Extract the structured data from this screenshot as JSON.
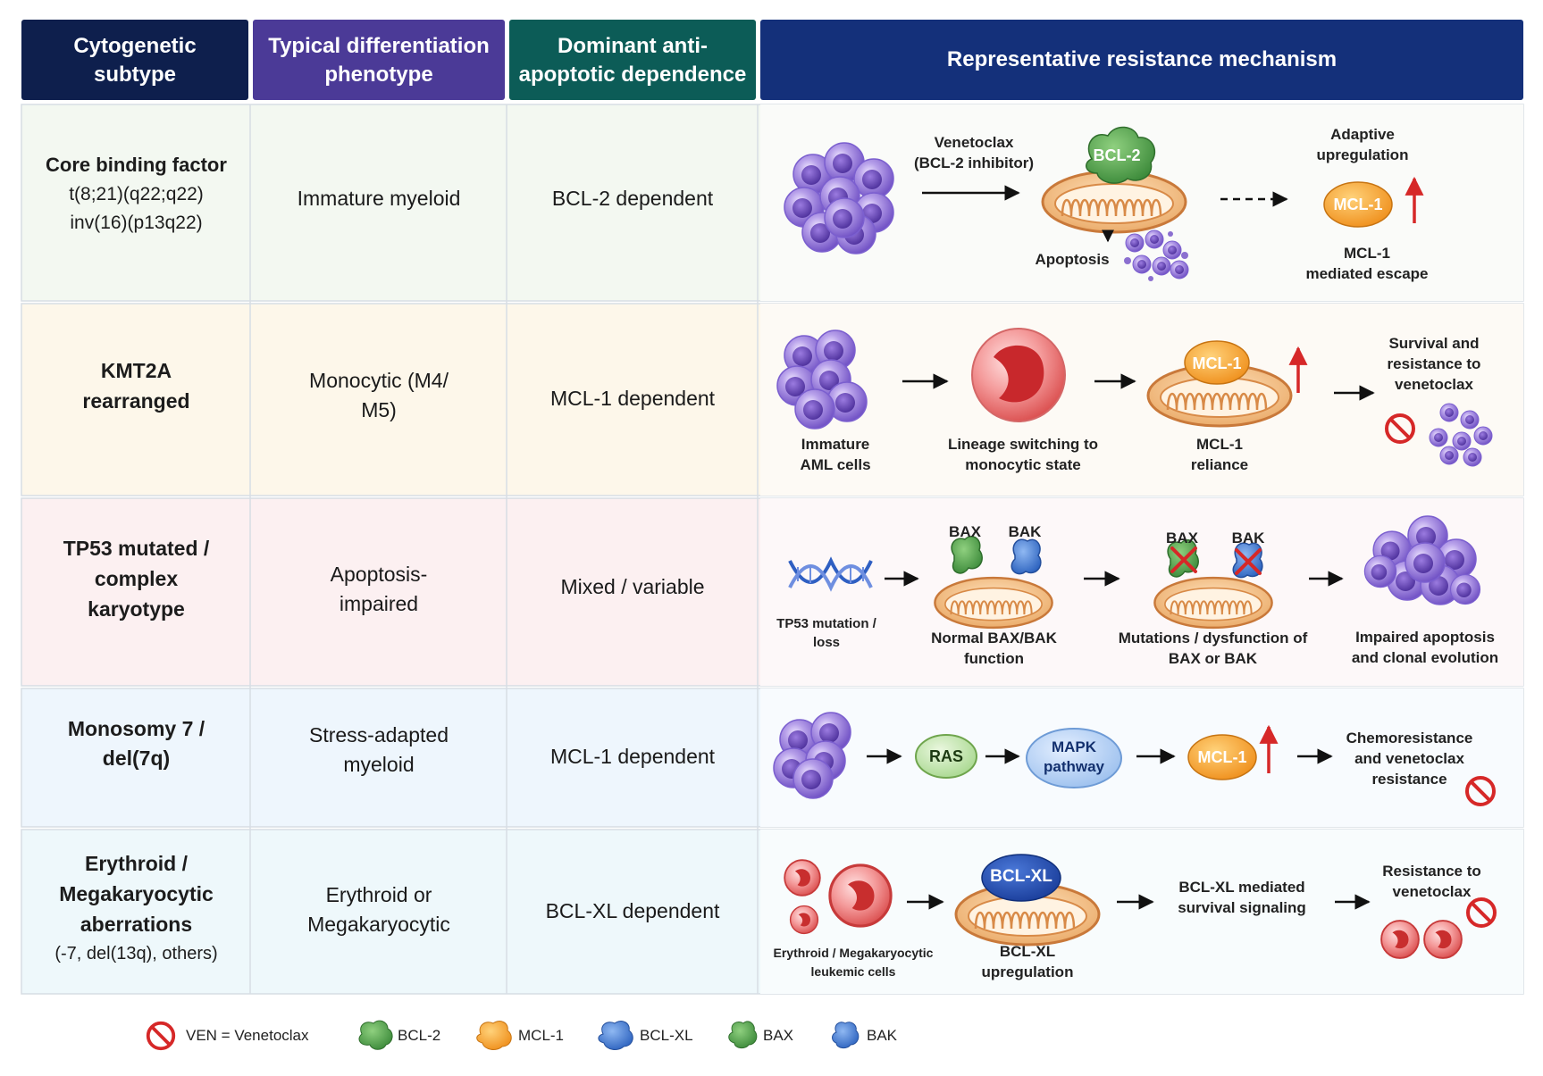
{
  "headers": {
    "col1": [
      "Cytogenetic",
      "subtype"
    ],
    "col2": [
      "Typical differentiation",
      "phenotype"
    ],
    "col3": [
      "Dominant anti-",
      "apoptotic dependence"
    ],
    "col4": "Representative resistance mechanism"
  },
  "rows": [
    {
      "subtype": [
        "Core binding factor",
        "t(8;21)(q22;q22)",
        "inv(16)(p13q22)"
      ],
      "phenotype": [
        "Immature myeloid"
      ],
      "dependence": "BCL-2 dependent",
      "mechanism": {
        "venetoclax_label": [
          "Venetoclax",
          "(BCL-2 inhibitor)"
        ],
        "bcl2_badge": "BCL-2",
        "apoptosis_label": "Apoptosis",
        "adaptive_label": [
          "Adaptive",
          "upregulation"
        ],
        "mcl1_badge": "MCL-1",
        "escape_label": [
          "MCL-1",
          "mediated escape"
        ]
      }
    },
    {
      "subtype": [
        "KMT2A",
        "rearranged"
      ],
      "phenotype": [
        "Monocytic (M4/",
        "M5)"
      ],
      "dependence": "MCL-1 dependent",
      "mechanism": {
        "immature_label": [
          "Immature",
          "AML cells"
        ],
        "lineage_label": [
          "Lineage switching to",
          "monocytic state"
        ],
        "mcl1_badge": "MCL-1",
        "reliance_label": [
          "MCL-1",
          "reliance"
        ],
        "survival_label": [
          "Survival and",
          "resistance to",
          "venetoclax"
        ]
      }
    },
    {
      "subtype": [
        "TP53 mutated /",
        "complex",
        "karyotype"
      ],
      "phenotype": [
        "Apoptosis-",
        "impaired"
      ],
      "dependence": "Mixed / variable",
      "mechanism": {
        "tp53_label": [
          "TP53 mutation /",
          "loss"
        ],
        "bax_label": "BAX",
        "bak_label": "BAK",
        "normal_label": [
          "Normal BAX/BAK",
          "function"
        ],
        "bax_label2": "BAX",
        "bak_label2": "BAK",
        "mutation_label": [
          "Mutations / dysfunction of",
          "BAX or BAK"
        ],
        "impaired_label": [
          "Impaired apoptosis",
          "and clonal evolution"
        ]
      }
    },
    {
      "subtype": [
        "Monosomy 7 /",
        "del(7q)"
      ],
      "phenotype": [
        "Stress-adapted",
        "myeloid"
      ],
      "dependence": "MCL-1 dependent",
      "mechanism": {
        "ras_badge": "RAS",
        "mapk_badge": [
          "MAPK",
          "pathway"
        ],
        "mcl1_badge": "MCL-1",
        "chemo_label": [
          "Chemoresistance",
          "and venetoclax",
          "resistance"
        ]
      }
    },
    {
      "subtype": [
        "Erythroid /",
        "Megakaryocytic",
        "aberrations",
        "(-7, del(13q), others)"
      ],
      "phenotype": [
        "Erythroid or",
        "Megakaryocytic"
      ],
      "dependence": "BCL-XL dependent",
      "mechanism": {
        "leukemic_label": [
          "Erythroid / Megakaryocytic",
          "leukemic cells"
        ],
        "bclxl_badge": "BCL-XL",
        "upreg_label": [
          "BCL-XL",
          "upregulation"
        ],
        "survival_label": [
          "BCL-XL mediated",
          "survival signaling"
        ],
        "resistance_label": [
          "Resistance to",
          "venetoclax"
        ]
      }
    }
  ],
  "legend": [
    {
      "icon": "no-symbol-icon",
      "label": "VEN = Venetoclax"
    },
    {
      "icon": "bcl2-blob-icon",
      "label": "BCL-2",
      "color": "#4f9a4a"
    },
    {
      "icon": "mcl1-blob-icon",
      "label": "MCL-1",
      "color": "#f4a23a"
    },
    {
      "icon": "bclxl-blob-icon",
      "label": "BCL-XL",
      "color": "#3f7fd6"
    },
    {
      "icon": "bax-blob-icon",
      "label": "BAX",
      "color": "#4f9a4a"
    },
    {
      "icon": "bak-blob-icon",
      "label": "BAK",
      "color": "#5b92db"
    }
  ],
  "colors": {
    "header_col1": "#0e1f4d",
    "header_col2": "#4b3a97",
    "header_col3": "#0c5c57",
    "header_col4": "#14307a",
    "row1_bg": "#f3f8f1",
    "row2_bg": "#fdf7ea",
    "row3_bg": "#fcf0f1",
    "row4_bg": "#eef6fd",
    "row5_bg": "#eef8fb",
    "cell_purple": "#a48be0",
    "mcl1_orange": "#f4a23a",
    "no_red": "#d62828"
  }
}
